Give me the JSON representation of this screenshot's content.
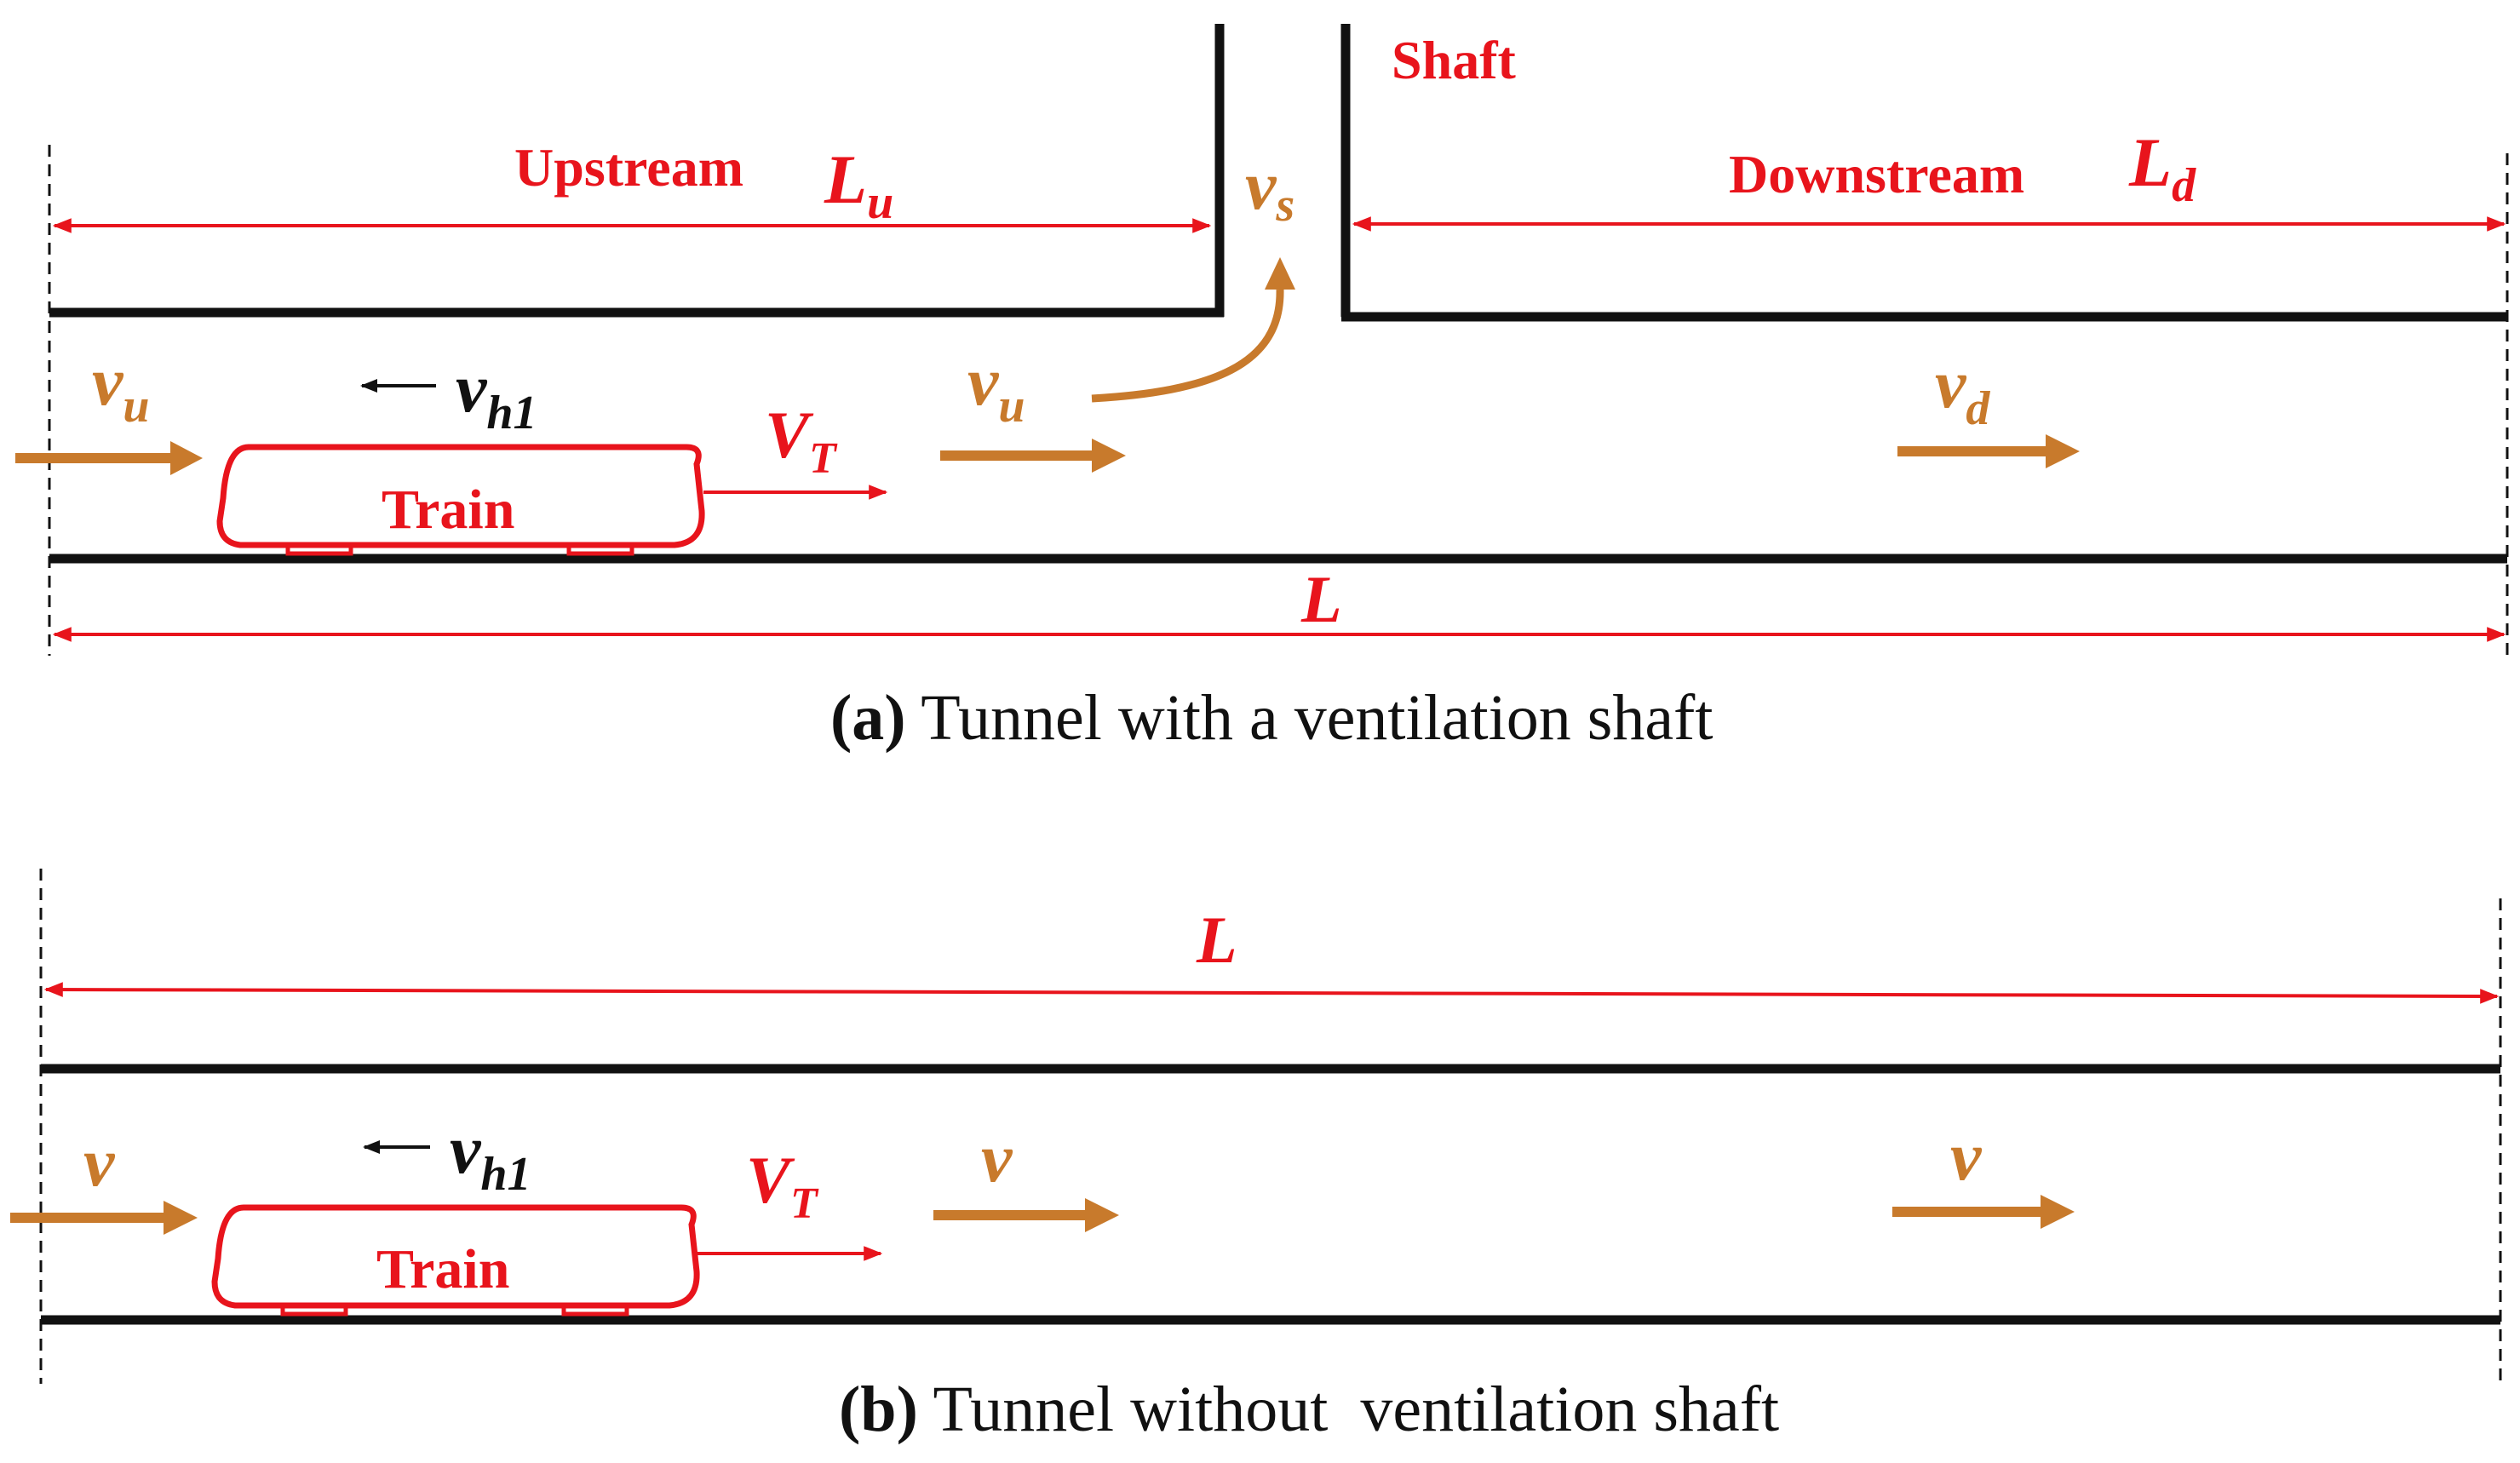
{
  "colors": {
    "red": "#e8141c",
    "orange": "#c87a2c",
    "black": "#111111"
  },
  "labels": {
    "shaft": "Shaft",
    "upstream": "Upstream",
    "downstream": "Downstream",
    "train": "Train",
    "L_main": "L",
    "L_sub_u": "u",
    "L_sub_d": "d",
    "v_main": "v",
    "v_sub_u": "u",
    "v_sub_s": "s",
    "v_sub_d": "d",
    "v_sub_h1": "h1",
    "V_main": "V",
    "V_sub_T": "T",
    "v_plain": "v"
  },
  "captions": {
    "a_label": "(a)",
    "a_text": " Tunnel with a ventilation shaft",
    "b_label": "(b)",
    "b_text": " Tunnel without  ventilation shaft"
  }
}
